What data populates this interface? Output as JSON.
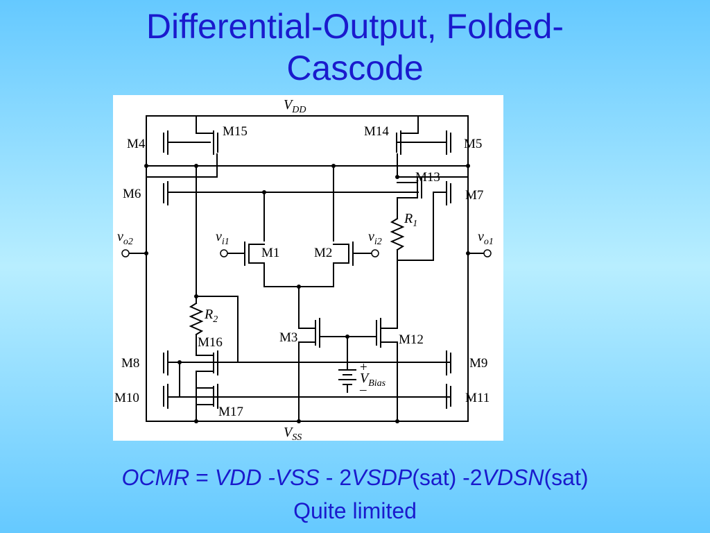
{
  "slide": {
    "title_line1": "Differential-Output, Folded-",
    "title_line2": "Cascode",
    "formula": {
      "ocmr": "OCMR",
      "eq": " = ",
      "vdd": "VDD",
      "minus_vss": " -VSS",
      "minus_2a": " - 2",
      "vsdp": "VSDP",
      "sat_a": "(sat) -2",
      "vdsn": "VDSN",
      "sat_b": "(sat)"
    },
    "caption": "Quite limited"
  },
  "diagram": {
    "vdd_label": "V",
    "vdd_sub": "DD",
    "vss_label": "V",
    "vss_sub": "SS",
    "transistors": {
      "m1": "M1",
      "m2": "M2",
      "m3": "M3",
      "m4": "M4",
      "m5": "M5",
      "m6": "M6",
      "m7": "M7",
      "m8": "M8",
      "m9": "M9",
      "m10": "M10",
      "m11": "M11",
      "m12": "M12",
      "m13": "M13",
      "m14": "M14",
      "m15": "M15",
      "m16": "M16",
      "m17": "M17"
    },
    "r1": "R",
    "r1_sub": "1",
    "r2": "R",
    "r2_sub": "2",
    "vi1": "v",
    "vi1_sub": "i1",
    "vi2": "v",
    "vi2_sub": "i2",
    "vo1": "v",
    "vo1_sub": "o1",
    "vo2": "v",
    "vo2_sub": "o2",
    "vbias": "V",
    "vbias_sub": "Bias",
    "plus": "+",
    "minus": "–"
  }
}
